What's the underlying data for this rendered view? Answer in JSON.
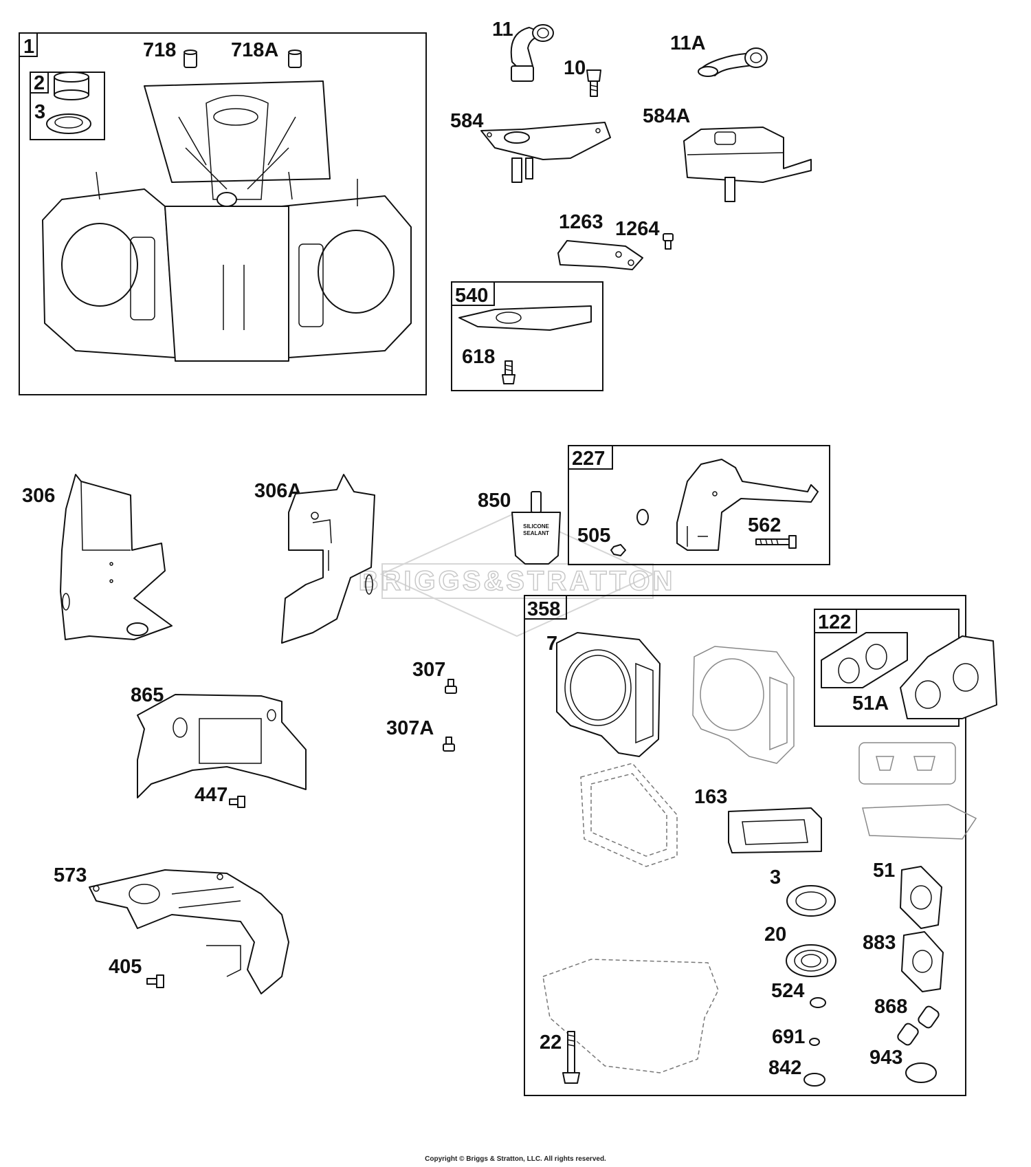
{
  "watermark": "BRIGGS&STRATTON",
  "copyright": "Copyright © Briggs & Stratton, LLC. All rights reserved.",
  "sealant_text": [
    "SILICONE",
    "SEALANT"
  ],
  "labels": {
    "p1": "1",
    "p2": "2",
    "p3a": "3",
    "p718": "718",
    "p718A": "718A",
    "p11": "11",
    "p10": "10",
    "p11A": "11A",
    "p584": "584",
    "p584A": "584A",
    "p1263": "1263",
    "p1264": "1264",
    "p540": "540",
    "p618": "618",
    "p306": "306",
    "p306A": "306A",
    "p850": "850",
    "p227": "227",
    "p505": "505",
    "p562": "562",
    "p358": "358",
    "p7": "7",
    "p122": "122",
    "p51A": "51A",
    "p307": "307",
    "p307A": "307A",
    "p865": "865",
    "p447": "447",
    "p163": "163",
    "p3b": "3",
    "p51": "51",
    "p20": "20",
    "p883": "883",
    "p573": "573",
    "p405": "405",
    "p524": "524",
    "p868": "868",
    "p691": "691",
    "p22": "22",
    "p842": "842",
    "p943": "943"
  }
}
